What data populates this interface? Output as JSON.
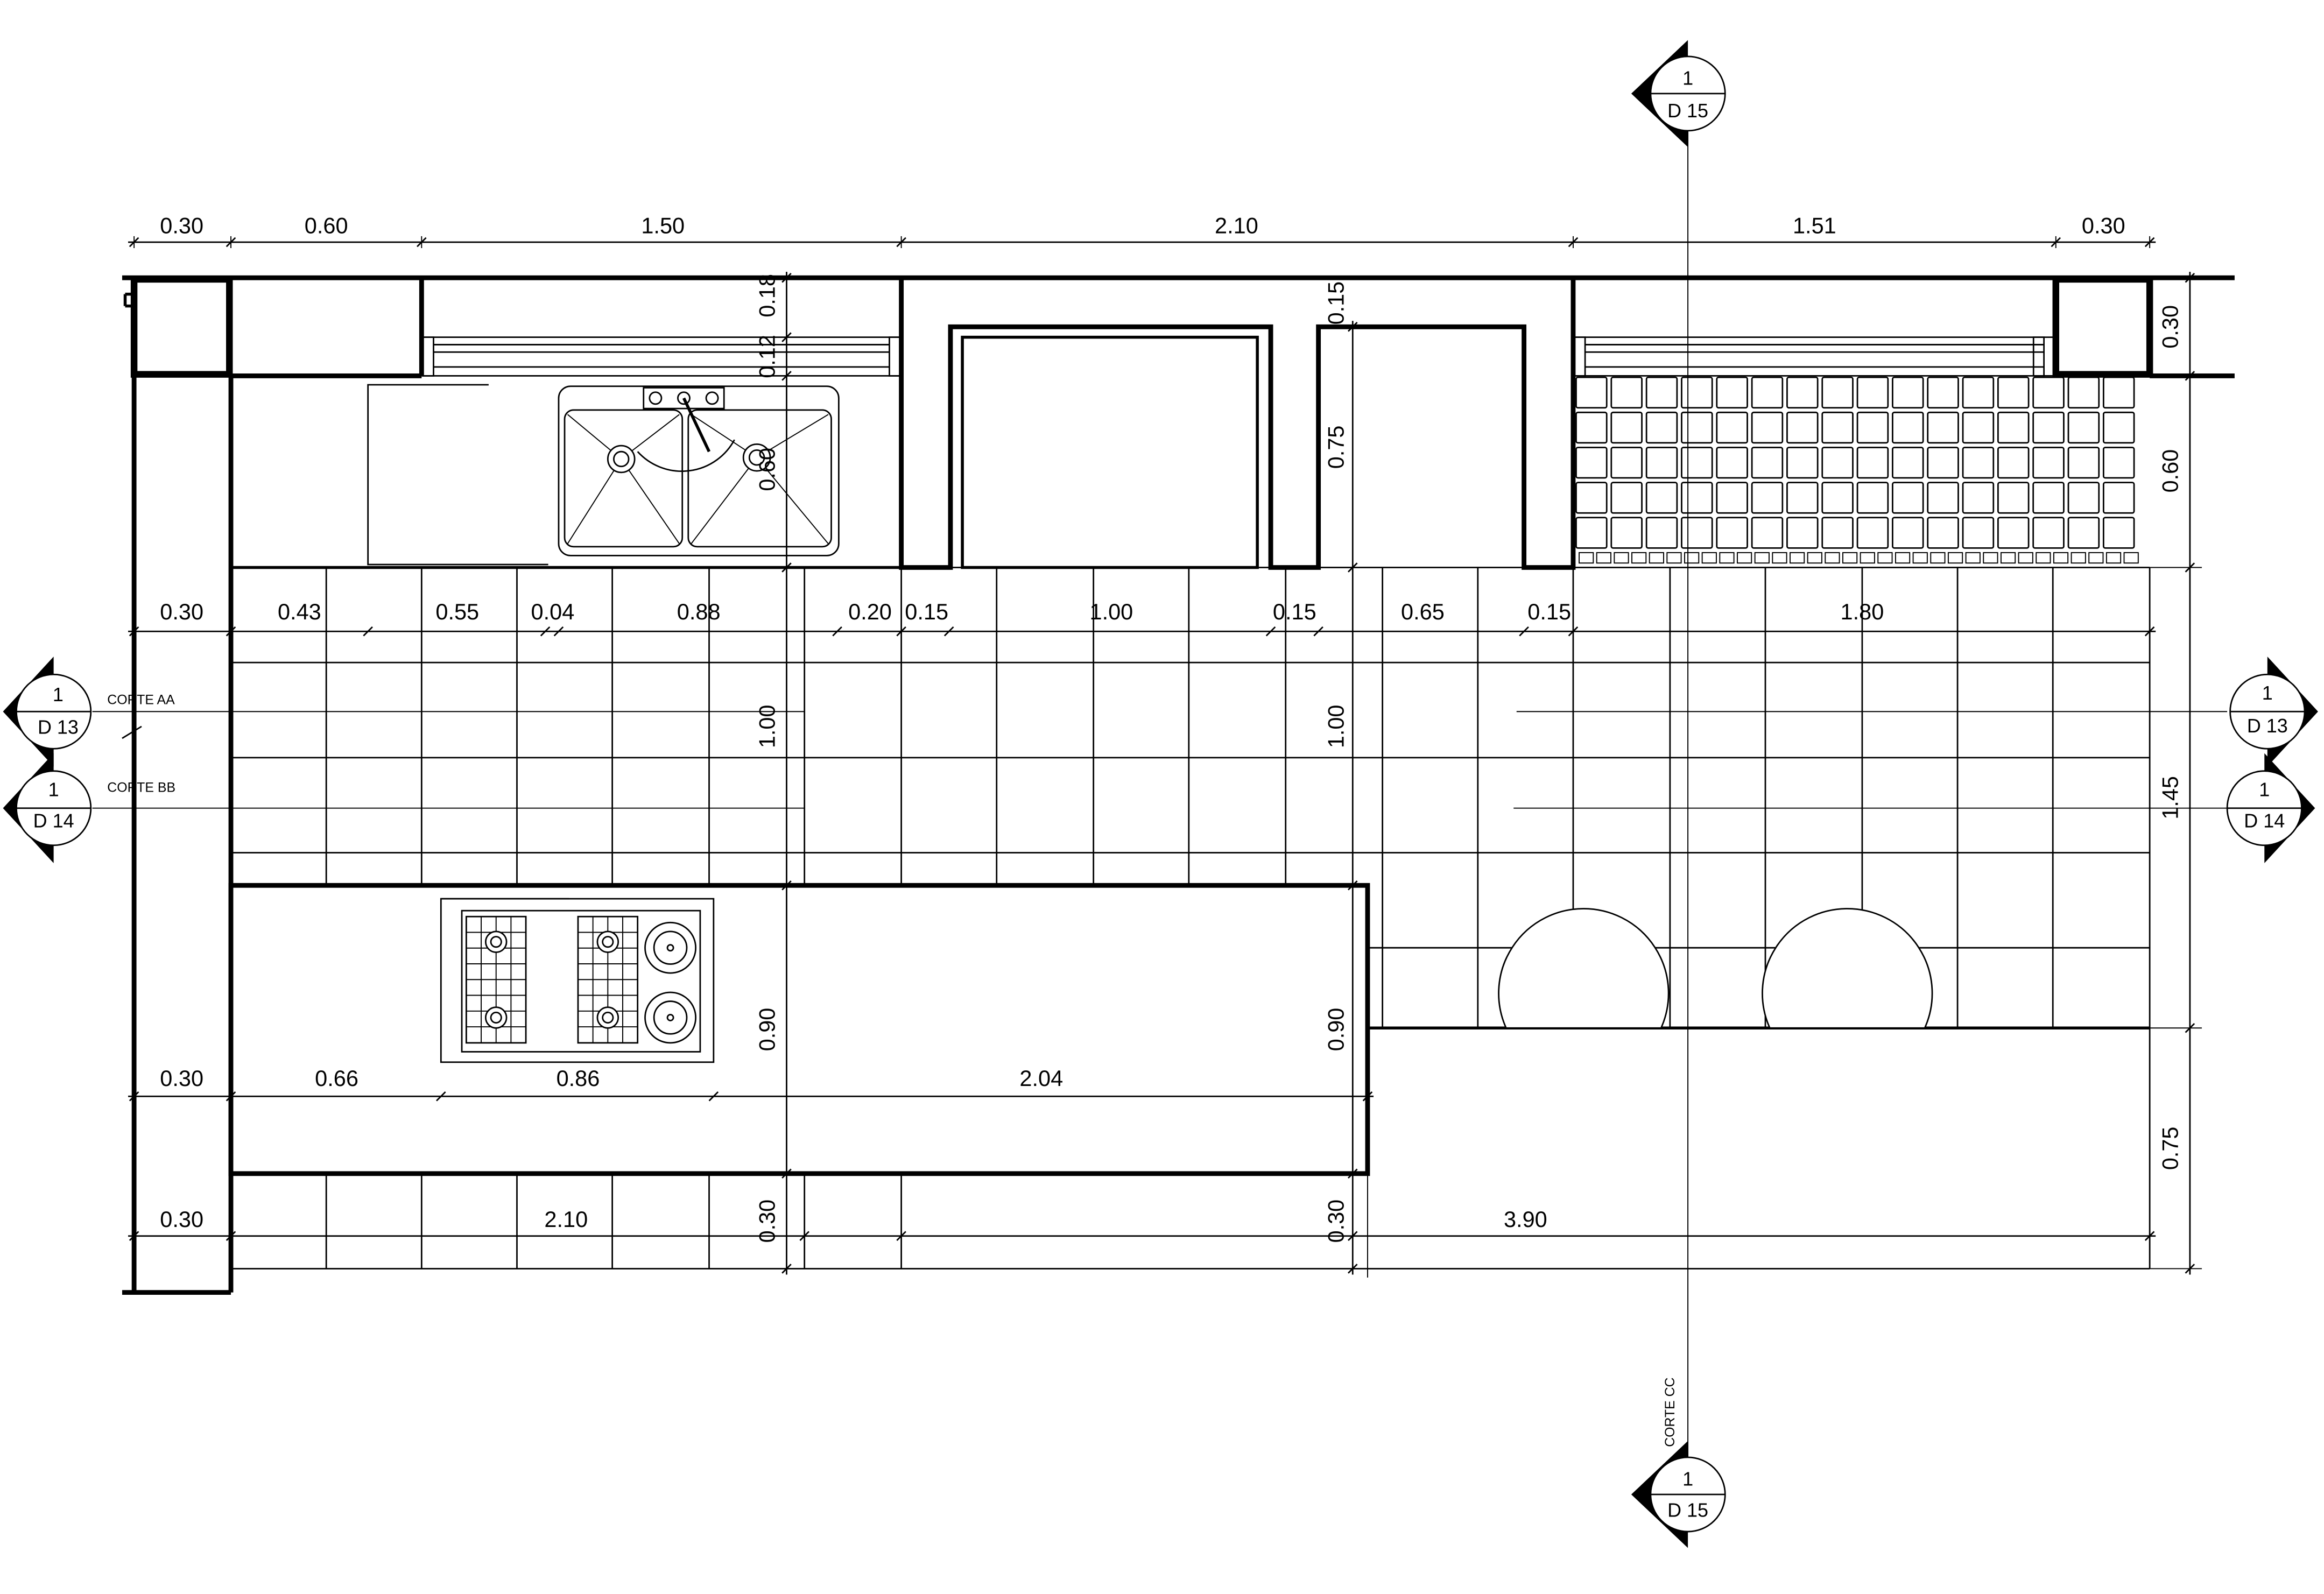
{
  "dimensions": {
    "top": [
      "0.30",
      "0.60",
      "1.50",
      "2.10",
      "1.51",
      "0.30"
    ],
    "upper_cabinets": [
      "0.18",
      "0.12",
      "0.15"
    ],
    "sink_depth": "0.60",
    "wall_cabinet": "0.75",
    "right_top": [
      "0.30",
      "0.60"
    ],
    "row2": [
      "0.30",
      "0.43",
      "0.55",
      "0.04",
      "0.88",
      "0.20",
      "0.15",
      "1.00",
      "0.15",
      "0.65",
      "0.15",
      "1.80"
    ],
    "passage": [
      "1.00",
      "1.00"
    ],
    "right_mid": "1.45",
    "island_depth": [
      "0.90",
      "0.90"
    ],
    "row3": [
      "0.30",
      "0.66",
      "0.86",
      "2.04"
    ],
    "right_low": "0.75",
    "row4": [
      "0.30",
      "2.10",
      "0.30",
      "0.30",
      "3.90"
    ]
  },
  "section_marks": {
    "top": {
      "number": "1",
      "sheet": "D 15"
    },
    "bottom": {
      "number": "1",
      "sheet": "D 15"
    },
    "corte_aa_left": {
      "number": "1",
      "sheet": "D 13"
    },
    "corte_aa_right": {
      "number": "1",
      "sheet": "D 13"
    },
    "corte_bb_left": {
      "number": "1",
      "sheet": "D 14"
    },
    "corte_bb_right": {
      "number": "1",
      "sheet": "D 14"
    }
  },
  "labels": {
    "corte_aa": "CORTE AA",
    "corte_bb": "CORTE BB",
    "corte_cc": "CORTE CC"
  },
  "icons": [
    "section-marker-icon",
    "double-sink-icon",
    "cooktop-icon",
    "round-stool-icon",
    "tile-grid-icon"
  ]
}
